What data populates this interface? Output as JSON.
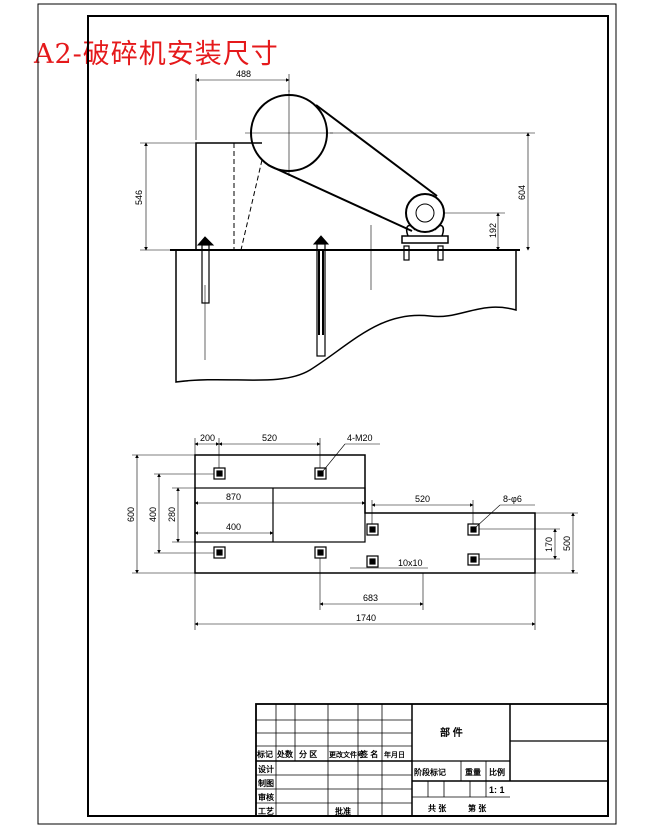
{
  "title": "A2-破碎机安装尺寸",
  "elevation_dims": {
    "top_width": "488",
    "height_left": "546",
    "height_right": "604",
    "shaft_height": "192"
  },
  "plan_dims": {
    "left_width": "200",
    "bolt_spacing": "520",
    "bolt_spec_left": "4-M20",
    "overall_height": "600",
    "inner_height": "400",
    "pit_height": "280",
    "pit_length": "870",
    "pit_inner": "400",
    "right_spacing": "520",
    "bolt_spec_right": "8-φ6",
    "right_height": "500",
    "right_inner": "170",
    "hole_size": "10x10",
    "offset": "683",
    "overall_length": "1740"
  },
  "title_block": {
    "part_name": "部 件",
    "row_labels": [
      "标记",
      "处数",
      "分 区",
      "更改文件号",
      "签 名",
      "年月日"
    ],
    "design": "设计",
    "drawing": "制图",
    "review": "审核",
    "process": "工艺",
    "approve": "批准",
    "stage_mark": "阶段标记",
    "weight": "重量",
    "scale_label": "比例",
    "scale_value": "1: 1",
    "total_sheets": "共 张",
    "sheet_no": "第 张"
  },
  "colors": {
    "title": "#e5191b",
    "line": "#000000"
  }
}
